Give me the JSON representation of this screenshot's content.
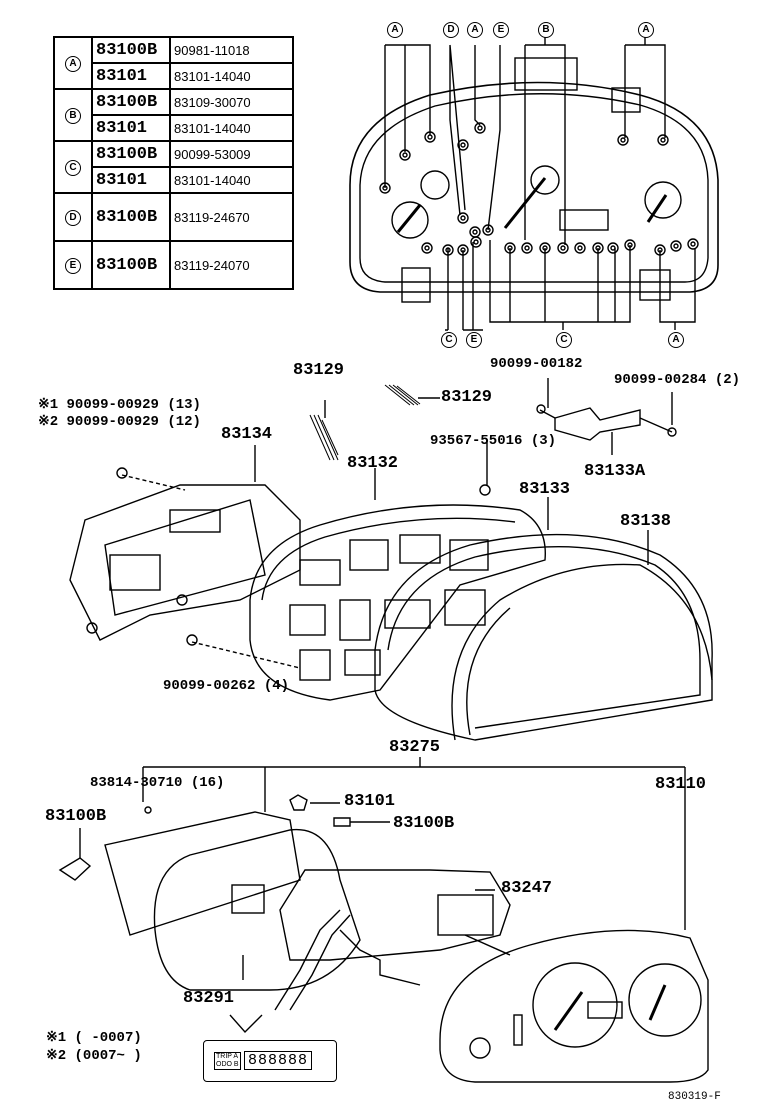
{
  "legend": {
    "rows": [
      {
        "key": "A",
        "entries": [
          {
            "part": "83100B",
            "number": "90981-11018"
          },
          {
            "part": "83101",
            "number": "83101-14040"
          }
        ]
      },
      {
        "key": "B",
        "entries": [
          {
            "part": "83100B",
            "number": "83109-30070"
          },
          {
            "part": "83101",
            "number": "83101-14040"
          }
        ]
      },
      {
        "key": "C",
        "entries": [
          {
            "part": "83100B",
            "number": "90099-53009"
          },
          {
            "part": "83101",
            "number": "83101-14040"
          }
        ]
      },
      {
        "key": "D",
        "entries": [
          {
            "part": "83100B",
            "number": "83119-24670"
          }
        ]
      },
      {
        "key": "E",
        "entries": [
          {
            "part": "83100B",
            "number": "83119-24070"
          }
        ]
      }
    ]
  },
  "top_markers": {
    "a1": "A",
    "d": "D",
    "a2": "A",
    "e": "E",
    "b": "B",
    "a3": "A",
    "c1": "C",
    "e2": "E",
    "c2": "C",
    "a4": "A"
  },
  "parts": {
    "p83129a": "83129",
    "p83129b": "83129",
    "p90099_00182": "90099-00182",
    "p90099_00284": "90099-00284 (2)",
    "note1": "※1 90099-00929 (13)",
    "note2": "※2 90099-00929 (12)",
    "p83134": "83134",
    "p93567": "93567-55016 (3)",
    "p83133A": "83133A",
    "p83132": "83132",
    "p83133": "83133",
    "p83138": "83138",
    "p90099_00262": "90099-00262 (4)",
    "p83275": "83275",
    "p83814": "83814-30710 (16)",
    "p83110": "83110",
    "p83100B_left": "83100B",
    "p83101": "83101",
    "p83100B_right": "83100B",
    "p83247": "83247",
    "p83291": "83291"
  },
  "footnotes": {
    "f1": "※1 (        -0007)",
    "f2": "※2 (0007~        )"
  },
  "lcd": {
    "badge_top": "TRIP",
    "badge_bottom": "ODO",
    "key_a": "A",
    "key_b": "B",
    "digits": "888888"
  },
  "figure_code": "830319-F"
}
